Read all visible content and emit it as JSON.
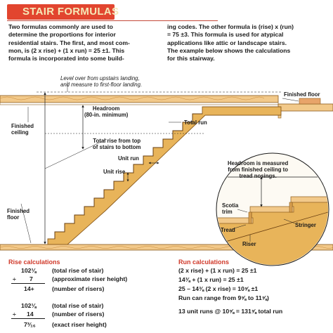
{
  "title": "STAIR FORMULAS",
  "intro_left": "Two formulas commonly are used to\ndetermine the proportions for interior\nresidential stairs. The first, and most com-\nmon, is (2 x rise) + (1 x run) = 25 ±1. This\nformula is incorporated into some build-",
  "intro_right": "ing codes. The other formula is (rise) x (run)\n= 75 ±3. This formula is used for atypical\napplications like attic or landscape stairs.\nThe example below shows the calculations\nfor this stairway.",
  "labels": {
    "level_over": "Level over from upstairs landing,\nand measure to first-floor landing.",
    "finished_floor_top": "Finished floor",
    "headroom": "Headroom\n(80-in. minimum)",
    "total_run": "Total run",
    "finished_ceiling": "Finished\nceiling",
    "total_rise": "Total rise from top\nof stairs to bottom",
    "unit_run": "Unit run",
    "unit_rise": "Unit rise",
    "headroom_measured": "Headroom is measured\nfrom finished ceiling to\ntread nosings.",
    "scotia_trim": "Scotia\ntrim",
    "tread": "Tread",
    "riser": "Riser",
    "stringer": "Stringer",
    "finished_floor_bottom": "Finished\nfloor"
  },
  "rise": {
    "heading": "Rise calculations",
    "rows": [
      {
        "value": "102⅛",
        "op": "",
        "desc": "(total rise of stair)"
      },
      {
        "value": "7",
        "op": "÷",
        "desc": "(approximate riser height)"
      },
      {
        "value": "14+",
        "op": "",
        "desc": "(number of risers)"
      },
      {
        "value": "102⅛",
        "op": "",
        "desc": "(total rise of stair)"
      },
      {
        "value": "14",
        "op": "÷",
        "desc": "(number of risers)"
      },
      {
        "value": "7³⁄₁₆",
        "op": "",
        "desc": "(exact riser height)"
      }
    ]
  },
  "run": {
    "heading": "Run calculations",
    "lines": [
      "(2 x rise) + (1 x run) = 25 ±1",
      "14⅜ + (1 x run) = 25 ±1",
      "25 – 14⅜ (2 x rise) = 10⅝ ±1",
      "Run can range from 9⅝ to 11⅝)",
      "13 unit runs @ 10⅝ = 131⅝ total run"
    ]
  },
  "colors": {
    "title_bg": "#e2452f",
    "title_text": "#f5e9b8",
    "accent": "#d0392a",
    "wood": "#e8b45a",
    "wood_dark": "#b07a2a",
    "floor": "#f2c98a"
  }
}
